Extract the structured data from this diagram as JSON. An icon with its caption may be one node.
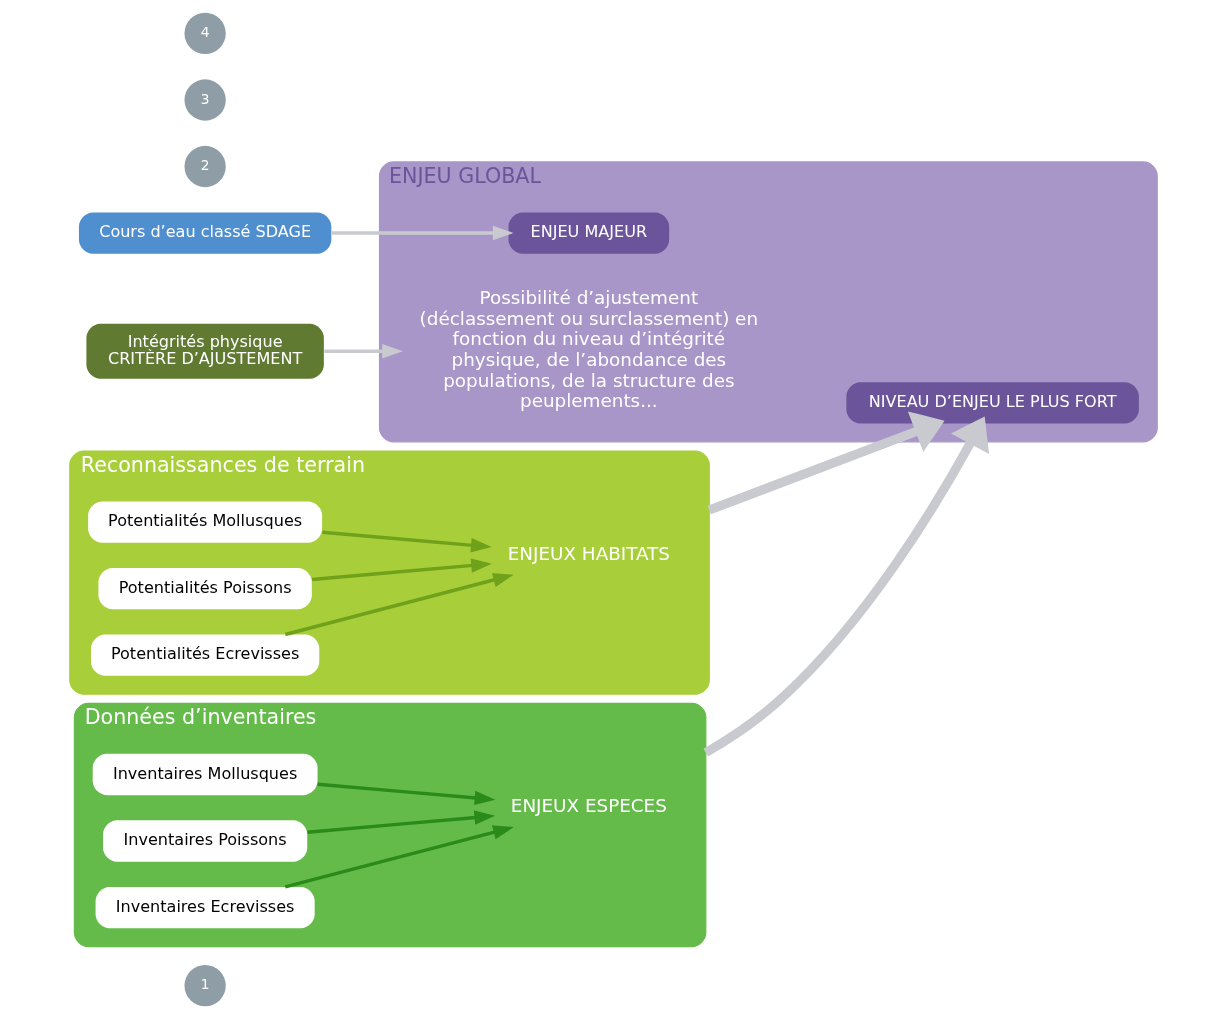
{
  "diagram": {
    "nodes": [
      {
        "text": [
          "1"
        ]
      },
      {
        "text": [
          "Cours d’eau classé SDAGE"
        ]
      },
      {
        "text": [
          "2"
        ]
      },
      {
        "text": [
          "Reconnaissances de terrain"
        ]
      },
      {
        "text": [
          "Potentialités Mollusques"
        ],
        "in": 3
      },
      {
        "text": [
          "Potentialités Poissons"
        ],
        "in": 3
      },
      {
        "text": [
          "Potentialités Ecrevisses"
        ],
        "in": 3
      },
      {
        "text": [
          "ENJEUX HABITATS"
        ],
        "in": 3
      },
      {
        "text": [
          "3"
        ]
      },
      {
        "text": [
          "Données d’inventaires"
        ]
      },
      {
        "text": [
          "Inventaires Mollusques"
        ],
        "in": 9
      },
      {
        "text": [
          "Inventaires Poissons"
        ],
        "in": 9
      },
      {
        "text": [
          "Inventaires Ecrevisses"
        ],
        "in": 9
      },
      {
        "text": [
          "ENJEUX ESPECES"
        ],
        "in": 9
      },
      {
        "text": [
          "4"
        ]
      },
      {
        "text": [
          "Intégrités physique",
          "CRITÈRE D’AJUSTEMENT"
        ]
      },
      {
        "text": [
          "ENJEU GLOBAL"
        ]
      },
      {
        "text": [
          "ENJEU MAJEUR"
        ],
        "in": 16
      },
      {
        "text": [
          "NIVEAU D’ENJEU LE PLUS FORT"
        ],
        "in": 16
      },
      {
        "text": [
          "Possibilité d’ajustement (déclassement ou surclassement) en fonction du niveau d’intégrité physique, de l’abondance des populations, de la structure des peuplements..."
        ],
        "in": 16
      }
    ],
    "edges": [
      {
        "from": 1,
        "to": 17,
        "arrow": "to"
      },
      {
        "from": 4,
        "to": 7,
        "arrow": "to",
        "color": "#6fa11a"
      },
      {
        "from": 5,
        "to": 7,
        "arrow": "to",
        "color": "#6fa11a"
      },
      {
        "from": 6,
        "to": 7,
        "arrow": "to",
        "color": "#6fa11a"
      },
      {
        "from": 10,
        "to": 13,
        "arrow": "to",
        "color": "#2a8a1a"
      },
      {
        "from": 11,
        "to": 13,
        "arrow": "to",
        "color": "#2a8a1a"
      },
      {
        "from": 12,
        "to": 13,
        "arrow": "to",
        "color": "#2a8a1a"
      },
      {
        "from": 3,
        "to": 18,
        "arrow": "to",
        "style": "thick"
      },
      {
        "from": 9,
        "to": 18,
        "arrow": "to",
        "style": "thick"
      },
      {
        "from": 15,
        "to": 19,
        "arrow": "to"
      }
    ]
  }
}
